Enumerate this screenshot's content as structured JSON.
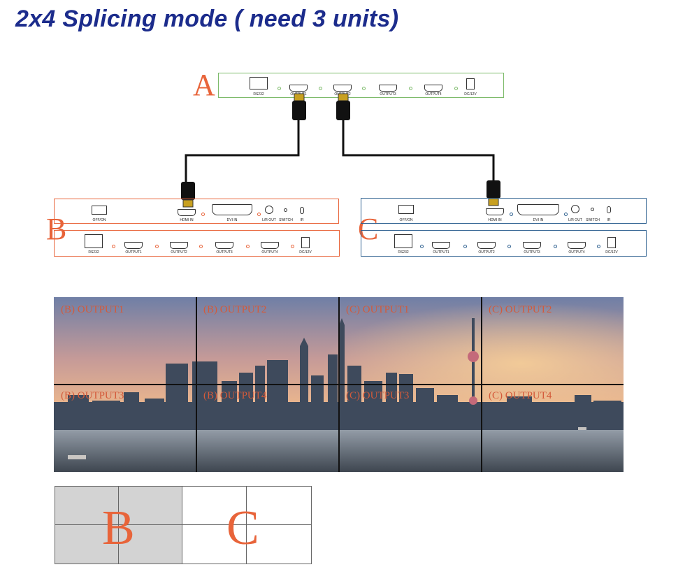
{
  "title": "2x4 Splicing mode ( need 3 units)",
  "colors": {
    "title": "#1c2c8c",
    "unit_a": "#7dbb6a",
    "unit_b": "#e8643a",
    "unit_c": "#2f6190",
    "label": "#d45a3a",
    "grid_gray": "#d3d3d3"
  },
  "unit_a": {
    "letter": "A",
    "ports": {
      "rs232": "RS232",
      "out1": "OUTPUT1",
      "out2": "OUTPUT2",
      "out3": "OUTPUT3",
      "out4": "OUTPUT4",
      "dc": "DC/12V"
    }
  },
  "unit_b": {
    "letter": "B",
    "top": {
      "off_on": "OFF/ON",
      "hdmi_in": "HDMI IN",
      "dvi_in": "DVI IN",
      "lr_out": "L/R OUT",
      "switch": "SWITCH",
      "ir": "IR"
    },
    "bottom": {
      "rs232": "RS232",
      "out1": "OUTPUT1",
      "out2": "OUTPUT2",
      "out3": "OUTPUT3",
      "out4": "OUTPUT4",
      "dc": "DC/12V"
    }
  },
  "unit_c": {
    "letter": "C",
    "top": {
      "off_on": "OFF/ON",
      "hdmi_in": "HDMI IN",
      "dvi_in": "DVI IN",
      "lr_out": "L/R OUT",
      "switch": "SWITCH",
      "ir": "IR"
    },
    "bottom": {
      "rs232": "RS232",
      "out1": "OUTPUT1",
      "out2": "OUTPUT2",
      "out3": "OUTPUT3",
      "out4": "OUTPUT4",
      "dc": "DC/12V"
    }
  },
  "video_wall": {
    "panels": [
      "(B)  OUTPUT1",
      "(B)  OUTPUT2",
      "(C)  OUTPUT1",
      "(C)  OUTPUT2",
      "(B)  OUTPUT3",
      "(B)  OUTPUT4",
      "(C)  OUTPUT3",
      "(C)  OUTPUT4"
    ]
  },
  "layout_grid": {
    "left_letter": "B",
    "right_letter": "C"
  }
}
